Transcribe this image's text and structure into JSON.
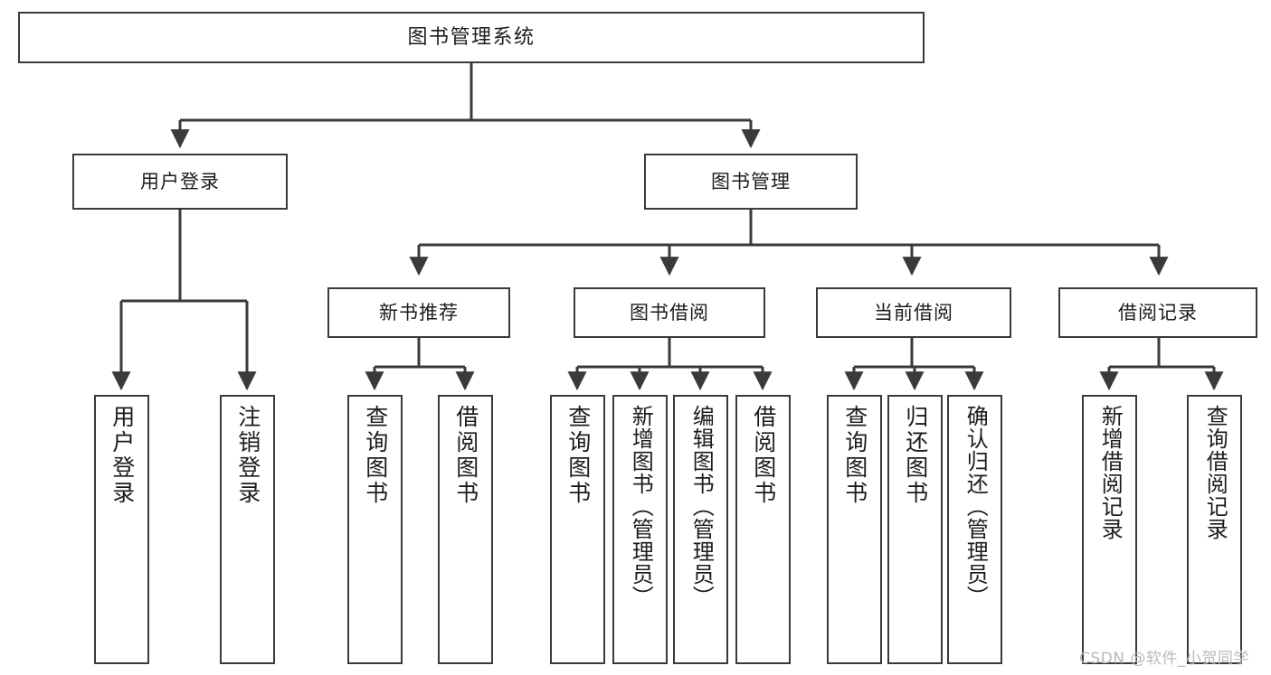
{
  "diagram": {
    "title": "图书管理系统",
    "type": "tree-diagram",
    "watermark": "CSDN @软件_小贺同学",
    "colors": {
      "stroke": "#3a3a3a",
      "fill": "#ffffff",
      "text": "#1c1c1c",
      "watermark": "#b9b9b9"
    },
    "nodes": {
      "root": {
        "label": "图书管理系统"
      },
      "level1": [
        {
          "label": "用户登录"
        },
        {
          "label": "图书管理"
        }
      ],
      "level2": [
        {
          "label": "新书推荐"
        },
        {
          "label": "图书借阅"
        },
        {
          "label": "当前借阅"
        },
        {
          "label": "借阅记录"
        }
      ],
      "leaves": {
        "user_login": [
          {
            "label": "用户登录"
          },
          {
            "label": "注销登录"
          }
        ],
        "new_book_recommend": [
          {
            "label": "查询图书"
          },
          {
            "label": "借阅图书"
          }
        ],
        "book_borrow": [
          {
            "label": "查询图书"
          },
          {
            "label": "新增图书（管理员）"
          },
          {
            "label": "编辑图书（管理员）"
          },
          {
            "label": "借阅图书"
          }
        ],
        "current_borrow": [
          {
            "label": "查询图书"
          },
          {
            "label": "归还图书"
          },
          {
            "label": "确认归还（管理员）"
          }
        ],
        "borrow_record": [
          {
            "label": "新增借阅记录"
          },
          {
            "label": "查询借阅记录"
          }
        ]
      }
    }
  }
}
